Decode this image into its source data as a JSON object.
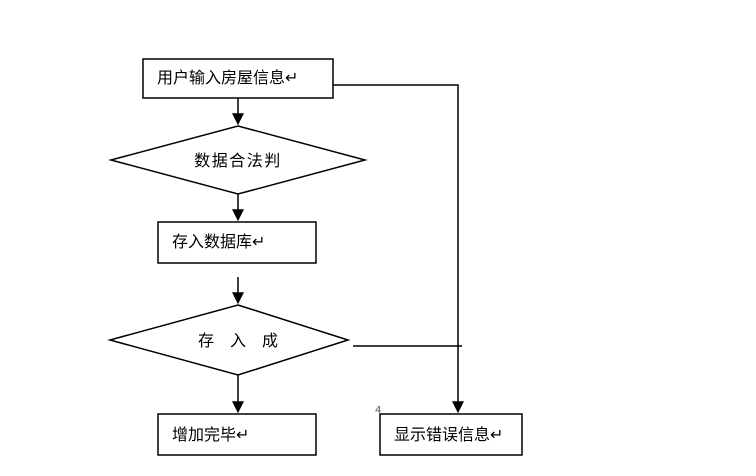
{
  "diagram": {
    "nodes": {
      "input_info": "用户输入房屋信息↵",
      "data_valid": "数据合法判",
      "store_db": "存入数据库↵",
      "store_success": "存　入　成",
      "add_done": "增加完毕↵",
      "show_error": "显示错误信息↵"
    },
    "stray_mark": "4"
  }
}
